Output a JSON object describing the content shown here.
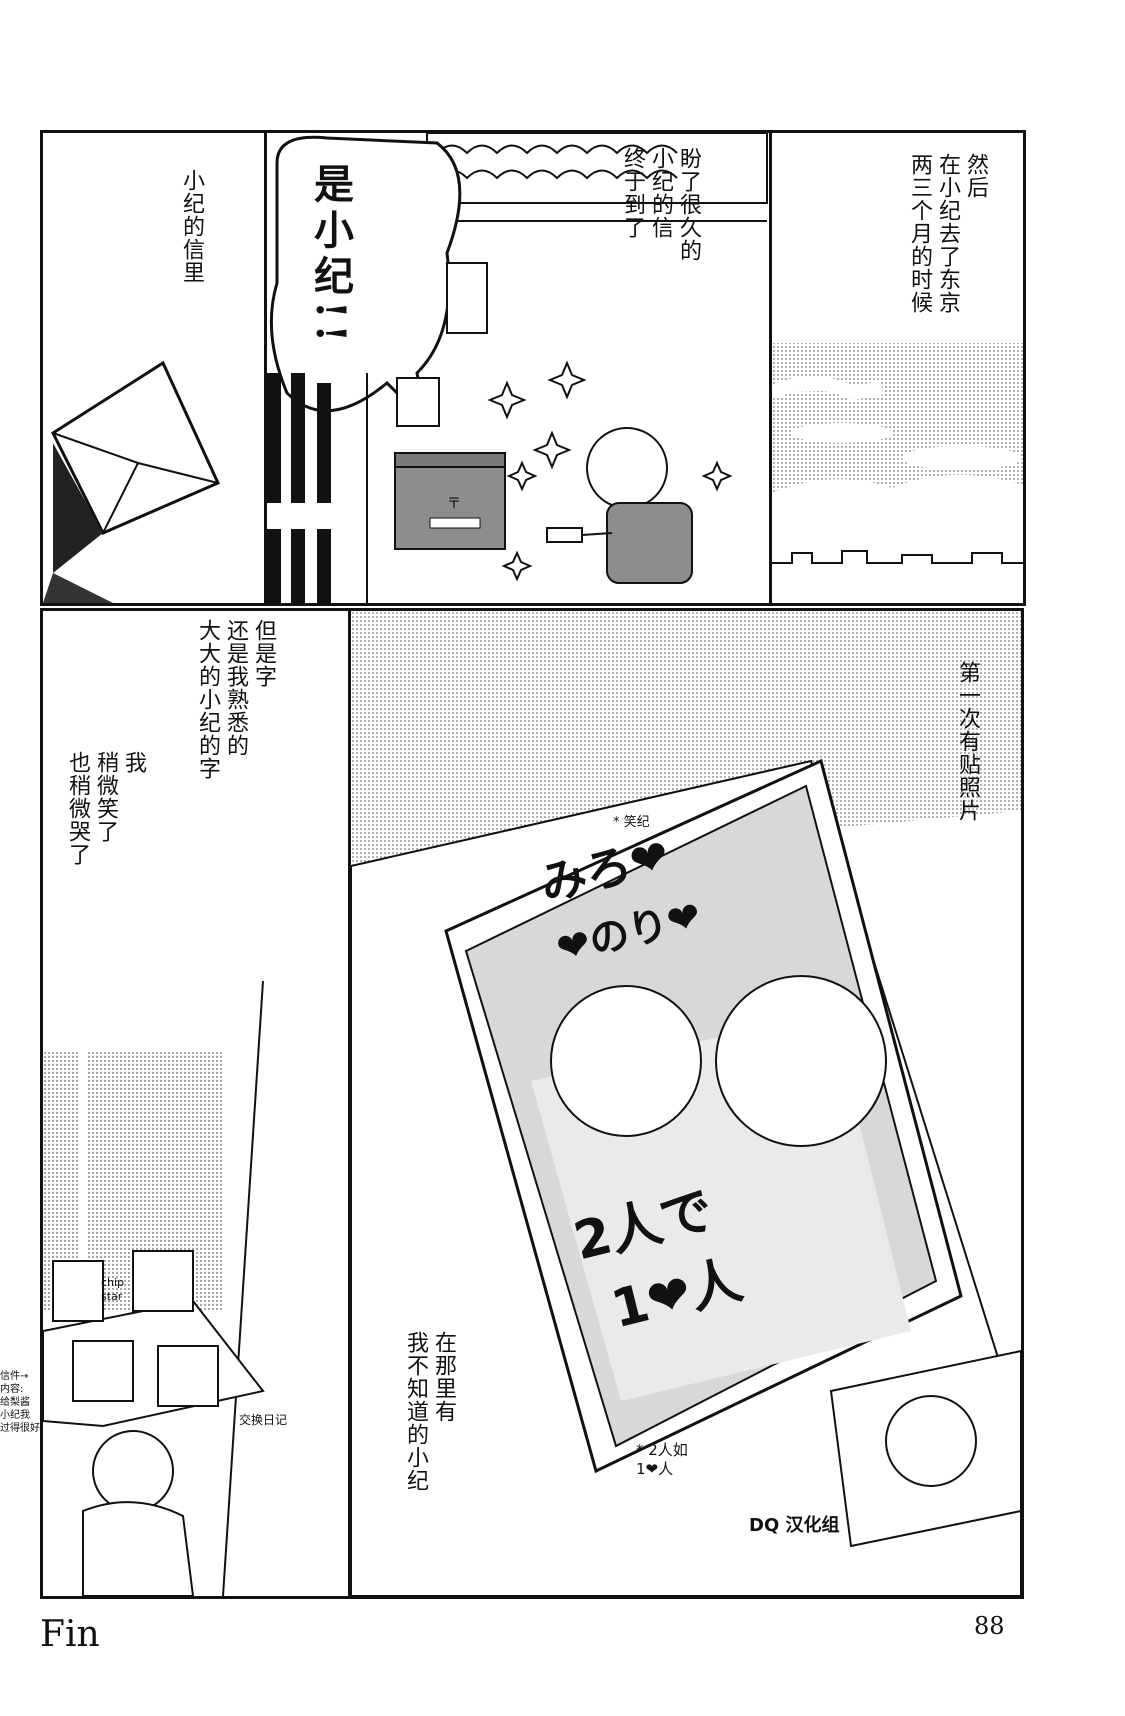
{
  "panels": {
    "p1": {
      "caption": "小纪的信里"
    },
    "p2": {
      "shout": "是小纪!!",
      "caption": "盼了很久的\n小纪的信\n终于到了"
    },
    "p3": {
      "caption": "然后\n在小纪去了东京\n两三个月的时候"
    },
    "p4": {
      "caption_a": "但是字\n还是我熟悉的\n大大的小纪的字",
      "caption_b": "我\n稍微笑了\n也稍微哭了",
      "label_chip": "chip\nstar",
      "label_note": "交换日记",
      "side_note": "信件→\n内容:\n给梨酱\n小纪我\n过得很好"
    },
    "p5": {
      "caption_top": "第一次有贴照片",
      "caption_bottom": "在那里有\n我不知道的小纪",
      "photo_star": "* 笑纪",
      "photo_line1": "みろ❤",
      "photo_line2": "❤のり❤",
      "photo_line3": "2人で",
      "photo_line4": "1❤人",
      "note_small": "* 2人如\n1❤人",
      "watermark": "DQ 汉化组"
    }
  },
  "footer": {
    "fin": "Fin",
    "page_number": "88"
  },
  "colors": {
    "ink": "#111111",
    "screentone": "#9a9a9a",
    "paper": "#ffffff"
  }
}
